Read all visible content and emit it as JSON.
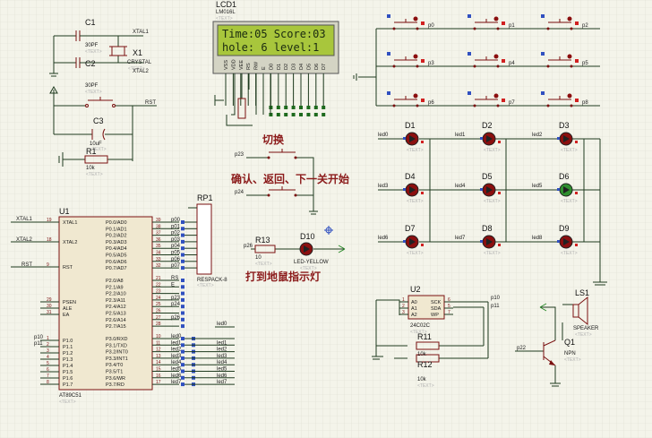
{
  "lcd": {
    "ref": "LCD1",
    "model": "LM016L",
    "line1": "Time:05 Score:03",
    "line2": "hole: 6 level:1",
    "pins": [
      "VSS",
      "VDD",
      "VEE",
      "RS",
      "RW",
      "E",
      "D0",
      "D1",
      "D2",
      "D3",
      "D4",
      "D5",
      "D6",
      "D7"
    ]
  },
  "crystal": {
    "c1": "C1",
    "c1v": "30PF",
    "c2": "C2",
    "c2v": "30PF",
    "x1": "X1",
    "x1v": "CRYSTAL",
    "xtal1": "XTAL1",
    "xtal2": "XTAL2"
  },
  "reset": {
    "c3": "C3",
    "c3v": "10uF",
    "r1": "R1",
    "r1v": "10k",
    "rst": "RST"
  },
  "labels": {
    "switch": "切换",
    "confirm": "确认、返回、下一关开始",
    "indicator": "打到地鼠指示灯",
    "p23": "p23",
    "p24": "p24",
    "p26": "p26",
    "r13": "R13",
    "r13v": "10",
    "d10": "D10",
    "d10v": "LED-YELLOW",
    "text": "<TEXT>"
  },
  "mcu": {
    "ref": "U1",
    "model": "AT89C51",
    "left": [
      {
        "n": "19",
        "name": "XTAL1"
      },
      {
        "n": "18",
        "name": "XTAL2"
      },
      {
        "n": "9",
        "name": "RST"
      },
      {
        "n": "29",
        "name": "PSEN"
      },
      {
        "n": "30",
        "name": "ALE"
      },
      {
        "n": "31",
        "name": "EA"
      },
      {
        "n": "1",
        "name": "P1.0"
      },
      {
        "n": "2",
        "name": "P1.1"
      },
      {
        "n": "3",
        "name": "P1.2"
      },
      {
        "n": "4",
        "name": "P1.3"
      },
      {
        "n": "5",
        "name": "P1.4"
      },
      {
        "n": "6",
        "name": "P1.5"
      },
      {
        "n": "7",
        "name": "P1.6"
      },
      {
        "n": "8",
        "name": "P1.7"
      }
    ],
    "right": [
      {
        "n": "39",
        "name": "P0.0/AD0",
        "net": "p00"
      },
      {
        "n": "38",
        "name": "P0.1/AD1",
        "net": "p01"
      },
      {
        "n": "37",
        "name": "P0.2/AD2",
        "net": "p02"
      },
      {
        "n": "36",
        "name": "P0.3/AD3",
        "net": "p03"
      },
      {
        "n": "35",
        "name": "P0.4/AD4",
        "net": "p04"
      },
      {
        "n": "34",
        "name": "P0.5/AD5",
        "net": "p05"
      },
      {
        "n": "33",
        "name": "P0.6/AD6",
        "net": "p06"
      },
      {
        "n": "32",
        "name": "P0.7/AD7",
        "net": "p07"
      },
      {
        "n": "21",
        "name": "P2.0/A8",
        "net": "RS"
      },
      {
        "n": "22",
        "name": "P2.1/A9",
        "net": "E"
      },
      {
        "n": "23",
        "name": "P2.2/A10",
        "net": ""
      },
      {
        "n": "24",
        "name": "P2.3/A11",
        "net": "p23"
      },
      {
        "n": "25",
        "name": "P2.4/A12",
        "net": "p24"
      },
      {
        "n": "26",
        "name": "P2.5/A13",
        "net": ""
      },
      {
        "n": "27",
        "name": "P2.6/A14",
        "net": "p26"
      },
      {
        "n": "28",
        "name": "P2.7/A15",
        "net": ""
      },
      {
        "n": "10",
        "name": "P3.0/RXD",
        "net": "led0"
      },
      {
        "n": "11",
        "name": "P3.1/TXD",
        "net": "led1"
      },
      {
        "n": "12",
        "name": "P3.2/INT0",
        "net": "led2"
      },
      {
        "n": "13",
        "name": "P3.3/INT1",
        "net": "led3"
      },
      {
        "n": "14",
        "name": "P3.4/T0",
        "net": "led4"
      },
      {
        "n": "15",
        "name": "P3.5/T1",
        "net": "led5"
      },
      {
        "n": "16",
        "name": "P3.6/WR",
        "net": "led6"
      },
      {
        "n": "17",
        "name": "P3.7/RD",
        "net": "led7"
      }
    ],
    "p1nets": [
      "p10",
      "p11"
    ],
    "ext": [
      "XTAL1",
      "XTAL2",
      "RST"
    ]
  },
  "rp1": {
    "ref": "RP1",
    "model": "RESPACK-8"
  },
  "buttons": [
    "p0",
    "p1",
    "p2",
    "p3",
    "p4",
    "p5",
    "p6",
    "p7",
    "p8"
  ],
  "leds": [
    {
      "ref": "D1",
      "net": "led0"
    },
    {
      "ref": "D2",
      "net": "led1"
    },
    {
      "ref": "D3",
      "net": "led2"
    },
    {
      "ref": "D4",
      "net": "led3"
    },
    {
      "ref": "D5",
      "net": "led4"
    },
    {
      "ref": "D6",
      "net": "led5"
    },
    {
      "ref": "D7",
      "net": "led6"
    },
    {
      "ref": "D8",
      "net": "led7"
    },
    {
      "ref": "D9",
      "net": "led8"
    }
  ],
  "eeprom": {
    "ref": "U2",
    "model": "24C02C",
    "pins": [
      {
        "n": "1",
        "name": "A0"
      },
      {
        "n": "2",
        "name": "A1"
      },
      {
        "n": "3",
        "name": "A2"
      }
    ],
    "rpins": [
      {
        "n": "6",
        "name": "SCK",
        "net": "p10"
      },
      {
        "n": "5",
        "name": "SDA",
        "net": "p11"
      },
      {
        "n": "7",
        "name": "WP"
      }
    ]
  },
  "r11": {
    "ref": "R11",
    "val": "10k"
  },
  "r12": {
    "ref": "R12",
    "val": "10k"
  },
  "speaker": {
    "ref": "LS1",
    "model": "SPEAKER"
  },
  "q1": {
    "ref": "Q1",
    "model": "NPN",
    "net": "p22"
  },
  "colors": {
    "background": "#f4f4ea",
    "grid": "#dcdcd0",
    "component": "#7a1010",
    "wire": "#1e3a1e",
    "lcd_screen": "#a8c63c",
    "led_red": "#8b0f0f",
    "led_green": "#2f8f2f",
    "chinese_label": "#8b1a1a"
  }
}
